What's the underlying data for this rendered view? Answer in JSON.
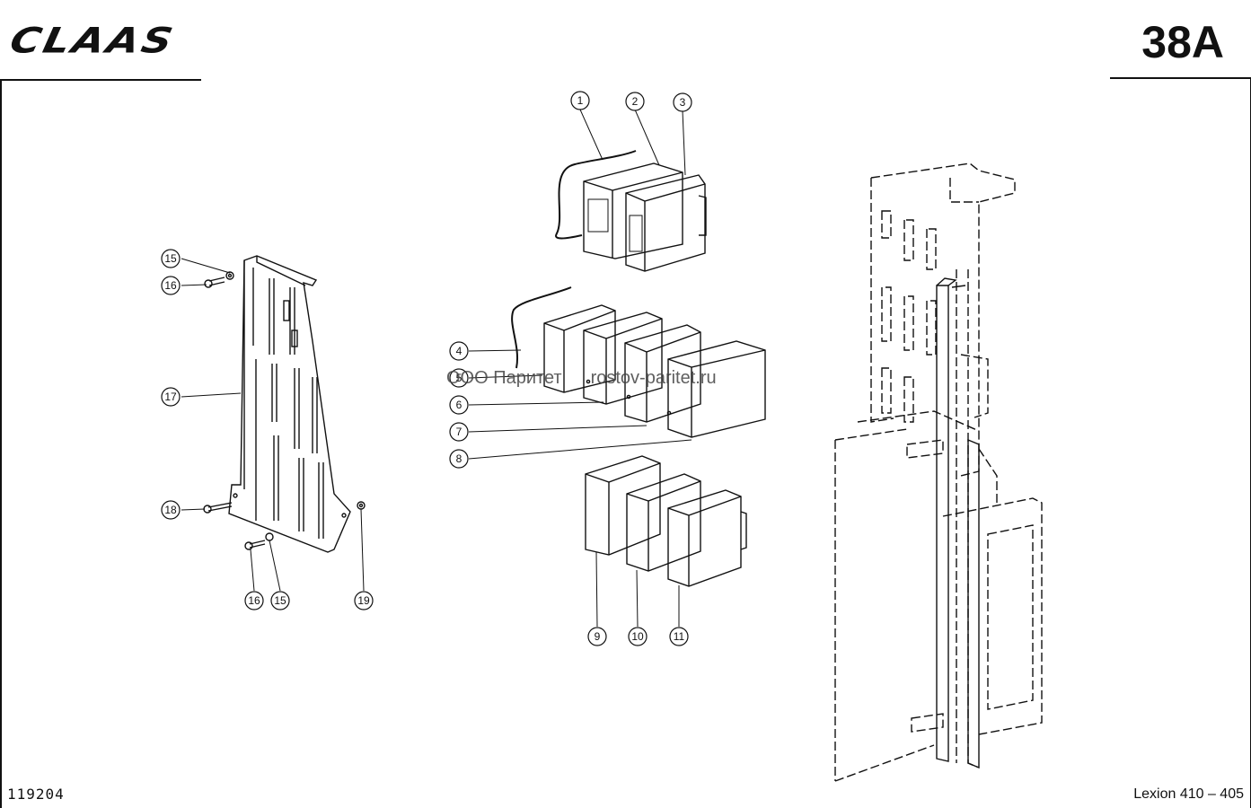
{
  "header": {
    "brand": "CLAAS",
    "page_number": "38A"
  },
  "footer": {
    "drawing_number": "119204",
    "model": "Lexion 410 – 405"
  },
  "watermark": {
    "company": "ООО Паритет",
    "site": "rostov-paritet.ru"
  },
  "callouts": [
    "1",
    "2",
    "3",
    "4",
    "5",
    "6",
    "7",
    "8",
    "9",
    "10",
    "11",
    "15",
    "16",
    "17",
    "18",
    "16",
    "15",
    "19"
  ]
}
